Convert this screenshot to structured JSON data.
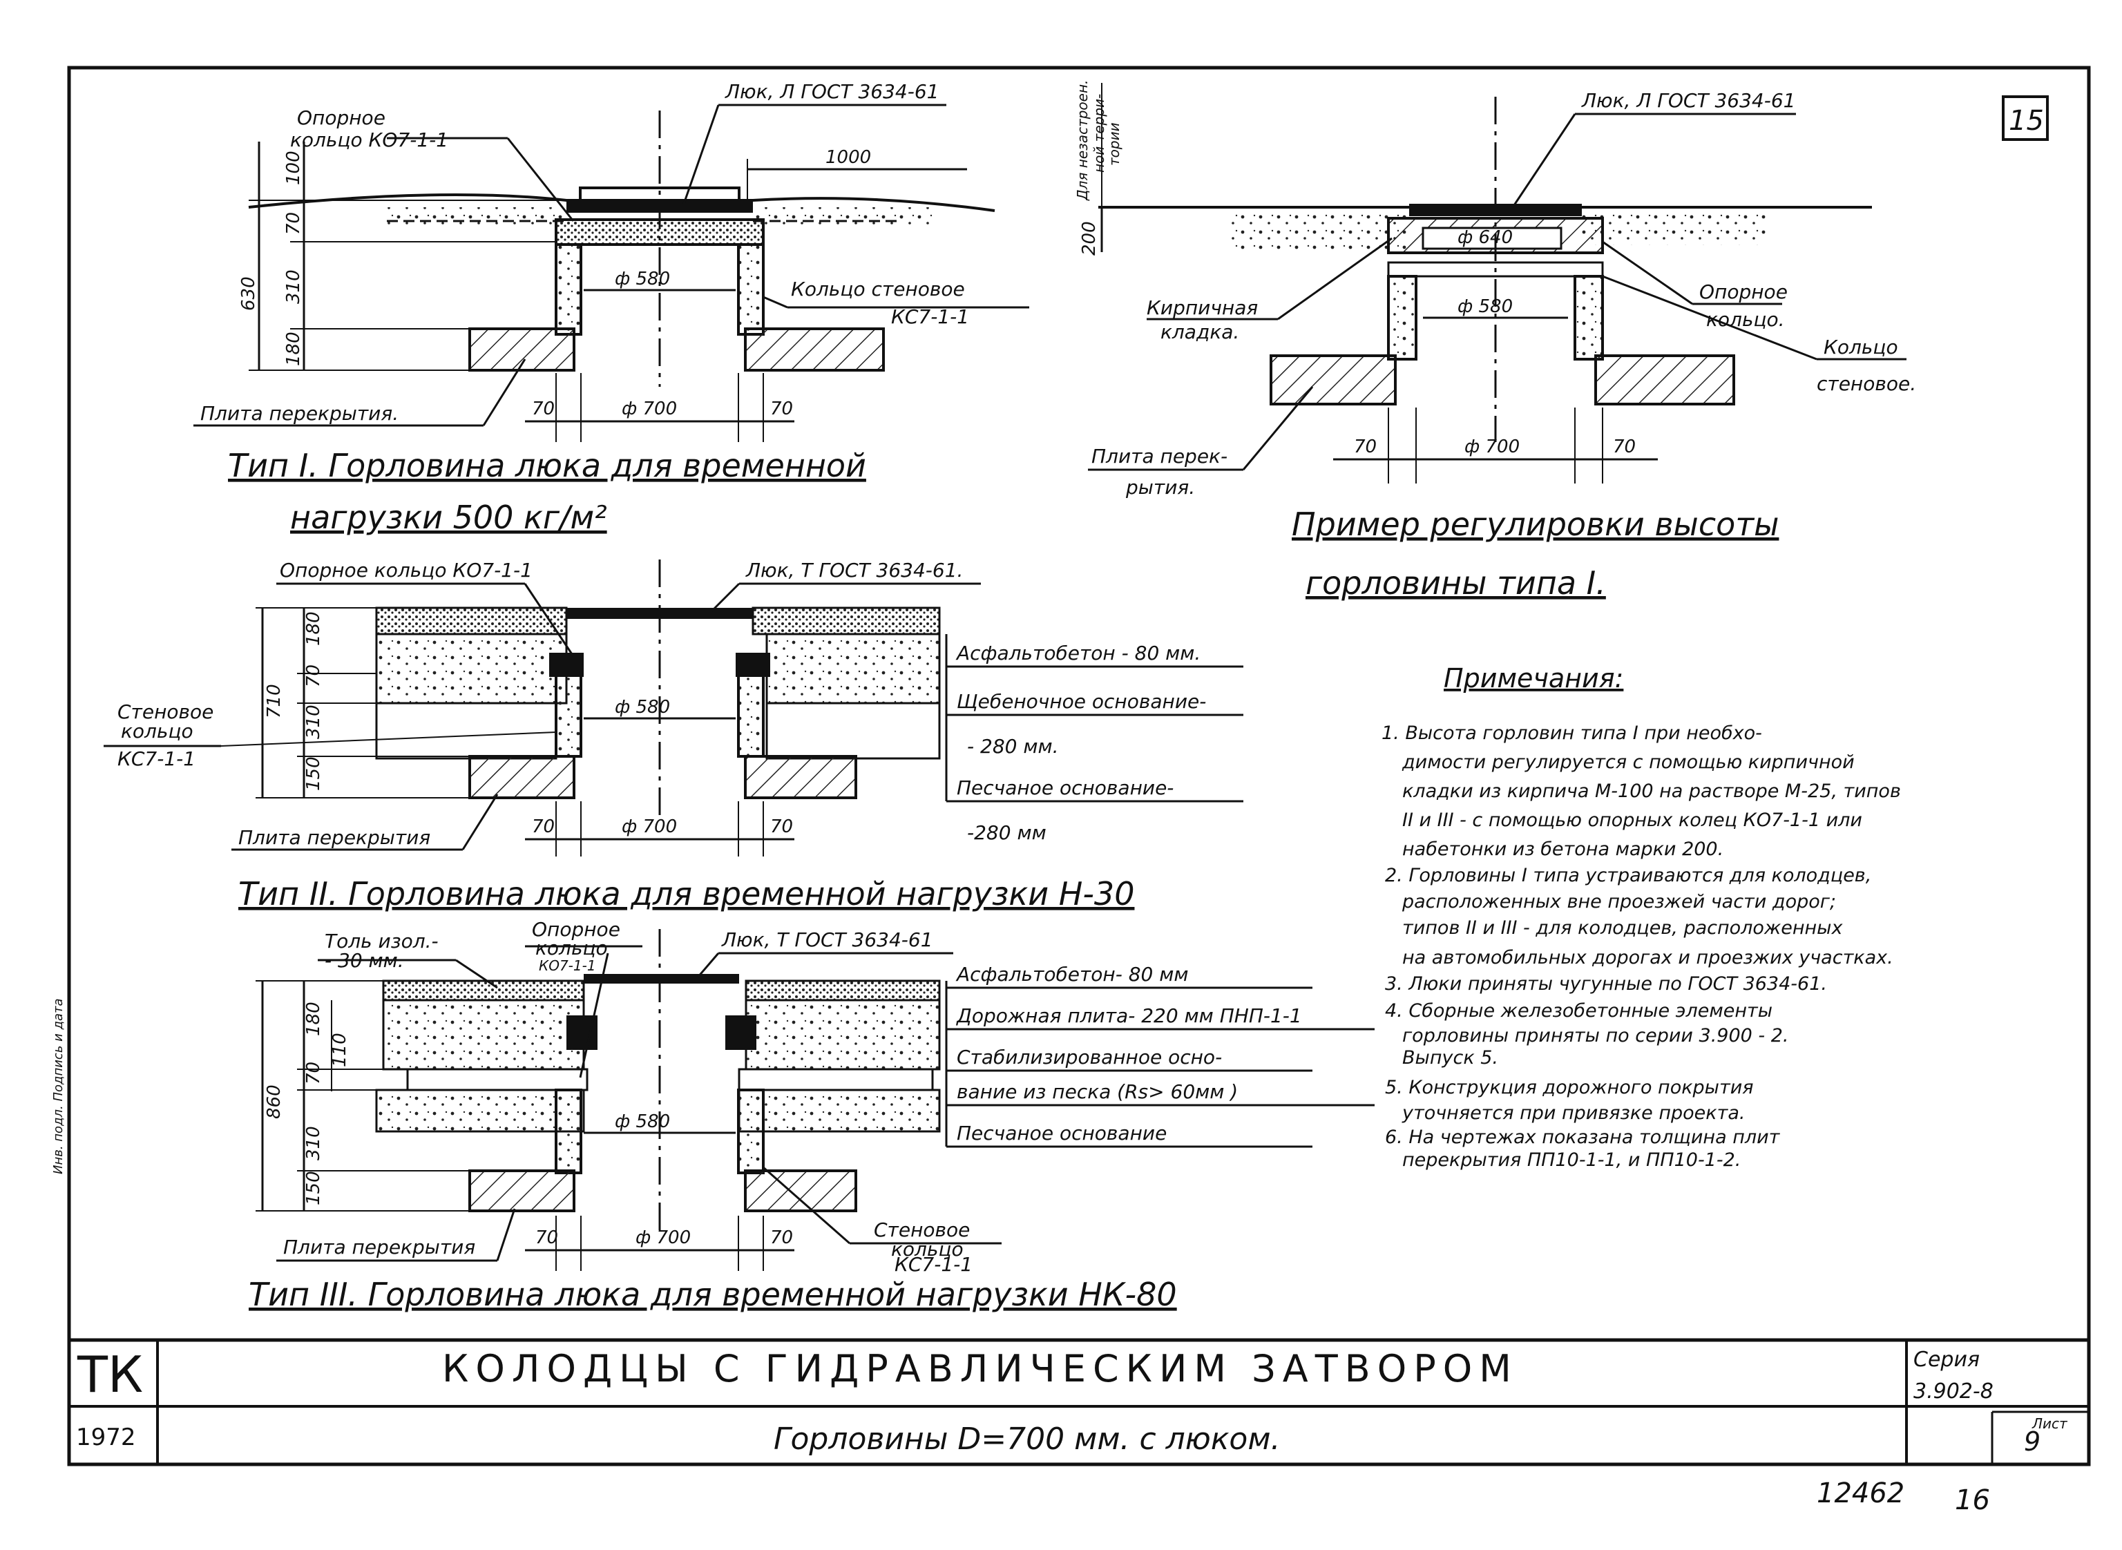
{
  "sheet_number": "15",
  "type1": {
    "luk_label": "Люк, Л ГОСТ 3634-61",
    "ring_label": [
      "Опорное",
      "кольцо КО7-1-1"
    ],
    "wall_ring_label": [
      "Кольцо стеновое",
      "КС7-1-1"
    ],
    "slab_label": "Плита перекрытия.",
    "dims": {
      "top": "100",
      "total": "630",
      "d70": "70",
      "d310": "310",
      "d180": "180",
      "w1000": "1000",
      "phi": "ф 580",
      "base70l": "70",
      "phi700": "ф 700",
      "base70r": "70"
    },
    "title": [
      "Тип I. Горловина люка для временной",
      "нагрузки 500 кг/м²"
    ]
  },
  "example": {
    "luk_label": "Люк, Л ГОСТ 3634-61",
    "side_label": [
      "Для незастроен.",
      "ной терри-",
      "тории"
    ],
    "d200": "200",
    "brick_label": [
      "Кирпичная",
      "кладка."
    ],
    "ring_label": [
      "Опорное",
      "кольцо."
    ],
    "wall_ring_label": [
      "Кольцо",
      "стеновое."
    ],
    "slab_label": [
      "Плита перек-",
      "рытия."
    ],
    "phi640": "ф 640",
    "phi580": "ф 580",
    "base70l": "70",
    "phi700": "ф 700",
    "base70r": "70",
    "title": [
      "Пример регулировки высоты",
      "горловины типа I."
    ]
  },
  "type2": {
    "ring_label": "Опорное кольцо КО7-1-1",
    "luk_label": "Люк, Т ГОСТ 3634-61.",
    "wall_ring_label": [
      "Стеновое",
      "кольцо",
      "КС7-1-1"
    ],
    "slab_label": "Плита перекрытия",
    "layers": [
      "Асфальтобетон - 80 мм.",
      "Щебеночное основание-",
      "- 280 мм.",
      "Песчаное основание-",
      "-280 мм"
    ],
    "dims": {
      "d710": "710",
      "d70": "70",
      "d310": "310",
      "d180": "180",
      "d150": "150",
      "phi": "ф 580",
      "base70l": "70",
      "phi700": "ф 700",
      "base70r": "70"
    },
    "title": "Тип II. Горловина люка для временной нагрузки Н-30"
  },
  "type3": {
    "tol_label": [
      "Толь изол.-",
      "- 30 мм."
    ],
    "ring_label": [
      "Опорное",
      "кольцо",
      "КО7-1-1"
    ],
    "luk_label": "Люк, Т ГОСТ 3634-61",
    "layers": [
      "Асфальтобетон- 80 мм",
      "Дорожная плита- 220 мм ПНП-1-1",
      "Стабилизированное осно-",
      "вание из песка (Rs> 60мм )",
      "Песчаное основание"
    ],
    "wall_ring_label": [
      "Стеновое",
      "кольцо",
      "КС7-1-1"
    ],
    "slab_label": "Плита перекрытия",
    "dims": {
      "d860": "860",
      "d180": "180",
      "d70": "70",
      "d110": "110",
      "d310": "310",
      "d150": "150",
      "phi": "ф 580",
      "base70l": "70",
      "phi700": "ф 700",
      "base70r": "70"
    },
    "title": "Тип III. Горловина люка для временной нагрузки НК-80"
  },
  "notes": {
    "heading": "Примечания:",
    "lines": [
      "1. Высота горловин типа I при необхо-",
      "димости регулируется с помощью кирпичной",
      "кладки из кирпича М-100 на растворе М-25, типов",
      "II и III - с помощью опорных колец КО7-1-1 или",
      "набетонки из бетона марки 200.",
      "2. Горловины I типа устраиваются для колодцев,",
      "расположенных вне проезжей части дорог;",
      "типов II и III - для колодцев, расположенных",
      "на автомобильных дорогах и проезжих участках.",
      "3. Люки приняты чугунные по ГОСТ 3634-61.",
      "4. Сборные железобетонные элементы",
      "горловины приняты по серии 3.900 - 2.",
      "Выпуск 5.",
      "5. Конструкция дорожного покрытия",
      "уточняется при привязке проекта.",
      "6. На чертежах показана толщина плит",
      "перекрытия ПП10-1-1, и ПП10-1-2."
    ]
  },
  "stamp": {
    "org": "ТК",
    "year": "1972",
    "title": "КОЛОДЦЫ С ГИДРАВЛИЧЕСКИМ ЗАТВОРОМ",
    "subtitle": "Горловины D=700 мм. с люком.",
    "series_label": "Серия",
    "series_value": "3.902-8",
    "sheet_label": "Лист",
    "sheet_value": "9"
  },
  "margin_text": "Инв. подл. Подпись и дата",
  "archive_number": "12462",
  "archive_page": "16"
}
